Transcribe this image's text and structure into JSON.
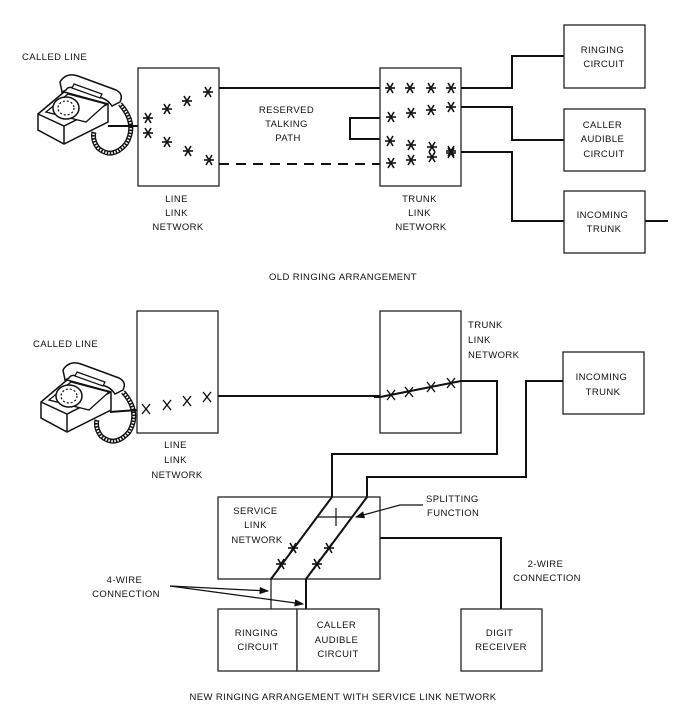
{
  "old_arrangement": {
    "called_line_label": "CALLED LINE",
    "line_link_network": [
      "LINE",
      "LINK",
      "NETWORK"
    ],
    "reserved_path": [
      "RESERVED",
      "TALKING",
      "PATH"
    ],
    "trunk_link_network": [
      "TRUNK",
      "LINK",
      "NETWORK"
    ],
    "ringing_circuit": [
      "RINGING",
      "CIRCUIT"
    ],
    "caller_audible_circuit": [
      "CALLER",
      "AUDIBLE",
      "CIRCUIT"
    ],
    "incoming_trunk": [
      "INCOMING",
      "TRUNK"
    ],
    "caption": "OLD RINGING ARRANGEMENT"
  },
  "new_arrangement": {
    "called_line_label": "CALLED LINE",
    "line_link_network": [
      "LINE",
      "LINK",
      "NETWORK"
    ],
    "trunk_link_network": [
      "TRUNK",
      "LINK",
      "NETWORK"
    ],
    "incoming_trunk": [
      "INCOMING",
      "TRUNK"
    ],
    "service_link_network": [
      "SERVICE",
      "LINK",
      "NETWORK"
    ],
    "splitting_function": [
      "SPLITTING",
      "FUNCTION"
    ],
    "four_wire": [
      "4-WIRE",
      "CONNECTION"
    ],
    "two_wire": [
      "2-WIRE",
      "CONNECTION"
    ],
    "ringing_circuit": [
      "RINGING",
      "CIRCUIT"
    ],
    "caller_audible_circuit": [
      "CALLER",
      "AUDIBLE",
      "CIRCUIT"
    ],
    "digit_receiver": [
      "DIGIT",
      "RECEIVER"
    ],
    "caption": "NEW RINGING ARRANGEMENT WITH SERVICE LINK NETWORK"
  },
  "icons": {
    "telephone": "rotary-telephone-icon",
    "crosspoint": "crosspoint-star-icon"
  }
}
